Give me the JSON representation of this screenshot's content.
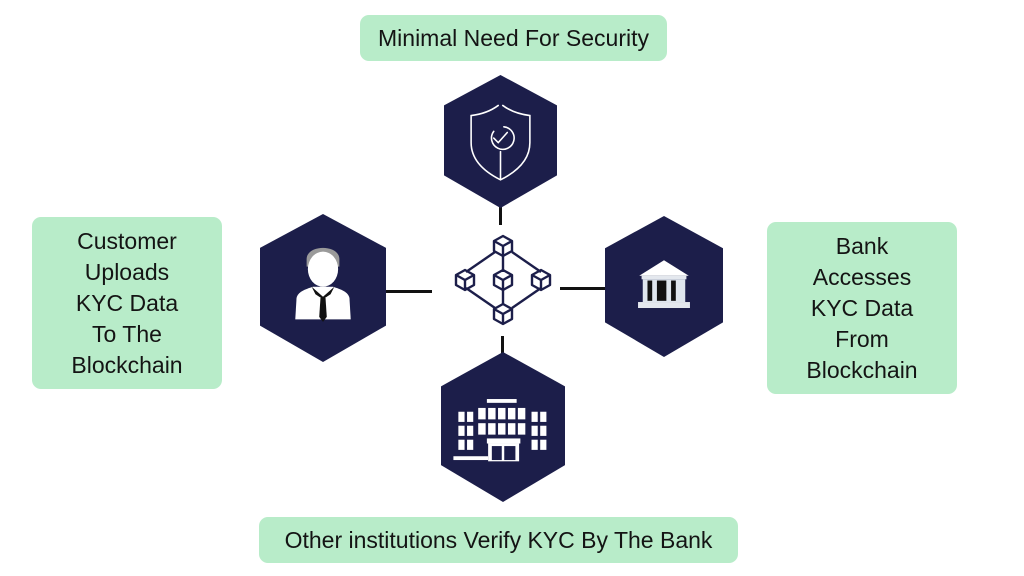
{
  "diagram": {
    "center": {
      "icon": "blockchain-network-icon"
    },
    "nodes": [
      {
        "id": "top",
        "label": "Minimal Need For Security",
        "icon": "shield-check-icon"
      },
      {
        "id": "left",
        "label": "Customer\nUploads\nKYC Data\nTo The\nBlockchain",
        "icon": "customer-person-icon"
      },
      {
        "id": "right",
        "label": "Bank\nAccesses\nKYC Data\nFrom\nBlockchain",
        "icon": "bank-building-icon"
      },
      {
        "id": "bottom",
        "label": "Other institutions Verify KYC By The Bank",
        "icon": "office-building-icon"
      }
    ],
    "colors": {
      "label_bg": "#b8ecc9",
      "hexagon_fill": "#1c1e4a",
      "icon_stroke": "#ffffff",
      "connector": "#111111",
      "hub_stroke": "#1c1e4a"
    }
  }
}
